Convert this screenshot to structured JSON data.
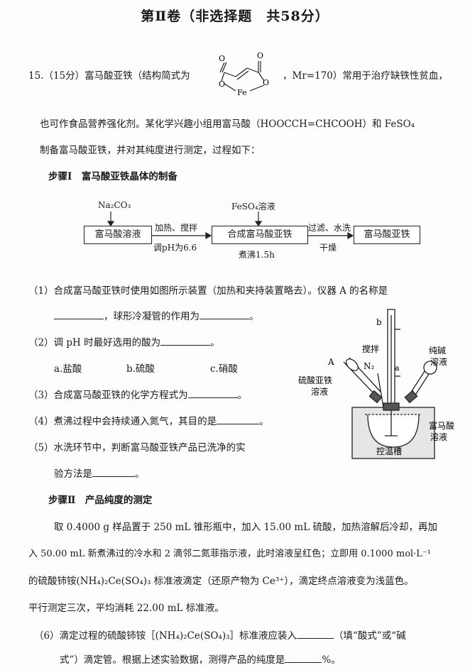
{
  "section_title": "第Ⅱ卷（非选择题　共58分）",
  "q15": {
    "intro_prefix": "15.（15分）富马酸亚铁（结构简式为",
    "intro_suffix": "，Mr=170）常用于治疗缺铁性贫血，",
    "intro_line2": "也可作食品营养强化剂。某化学兴趣小组用富马酸（HOOCCH=CHCOOH）和 FeSO₄",
    "intro_line3": "制备富马酸亚铁，并对其纯度进行测定，过程如下：",
    "structure_labels": {
      "o_top1": "O",
      "o_top2": "O",
      "o_left": "O",
      "o_right": "O",
      "fe": "Fe"
    }
  },
  "step1": {
    "title": "步骤Ⅰ　富马酸亚铁晶体的制备",
    "reagent1": "Na₂CO₃",
    "reagent2": "FeSO₄溶液",
    "box1": "富马酸溶液",
    "box2": "合成富马酸亚铁",
    "box3": "富马酸亚铁",
    "arrow1_top": "加热、搅拌",
    "arrow1_bottom": "调pH为6.6",
    "arrow2_top": "过滤、水洗",
    "arrow2_bottom": "干燥",
    "box2_bottom": "煮沸1.5h"
  },
  "questions": {
    "q1a": "（1）合成富马酸亚铁时使用如图所示装置（加热和夹持装置略去）。仪器 A 的名称是",
    "q1b": "，球形冷凝管的作用为",
    "q1c": "。",
    "q2": "（2）调 pH 时最好选用的酸为",
    "q2_end": "。",
    "q2_opt_a": "a.盐酸",
    "q2_opt_b": "b.硫酸",
    "q2_opt_c": "c.硝酸",
    "q3": "（3）合成富马酸亚铁的化学方程式为",
    "q3_end": "。",
    "q4": "（4）煮沸过程中会持续通入氮气，其目的是",
    "q4_end": "。",
    "q5a": "（5）水洗环节中，判断富马酸亚铁产品已洗净的实",
    "q5b": "验方法是",
    "q5_end": "。"
  },
  "apparatus": {
    "label_b": "b",
    "label_stir": "搅拌",
    "label_n2": "N₂",
    "label_a_small": "a",
    "label_A": "A",
    "label_feso4_1": "硫酸亚铁",
    "label_feso4_2": "溶液",
    "label_soda_1": "纯碱",
    "label_soda_2": "溶液",
    "label_fumaric_1": "富马酸",
    "label_fumaric_2": "溶液",
    "label_bath": "控温槽"
  },
  "step2": {
    "title": "步骤Ⅱ　产品纯度的测定",
    "p1": "取 0.4000 g 样品置于 250 mL 锥形瓶中，加入 15.00 mL 硫酸，加热溶解后冷却，再加",
    "p2": "入 50.00 mL 新煮沸过的冷水和 2 滴邻二氮菲指示液，此时溶液呈红色；立即用 0.1000 mol·L⁻¹",
    "p3": "的硫酸铈铵(NH₄)₂Ce(SO₄)₃ 标准液滴定（还原产物为 Ce³⁺），滴定终点溶液变为浅蓝色。",
    "p4": "平行测定三次，平均消耗 22.00 mL 标准液。"
  },
  "q6": {
    "a": "（6）滴定过程的硫酸铈铵［(NH₄)₂Ce(SO₄)₃］标准液应装入",
    "b": "（填“酸式”或“碱",
    "c": "式”）滴定管。根据上述实验数据，测得产品的纯度是",
    "d": "%。"
  }
}
